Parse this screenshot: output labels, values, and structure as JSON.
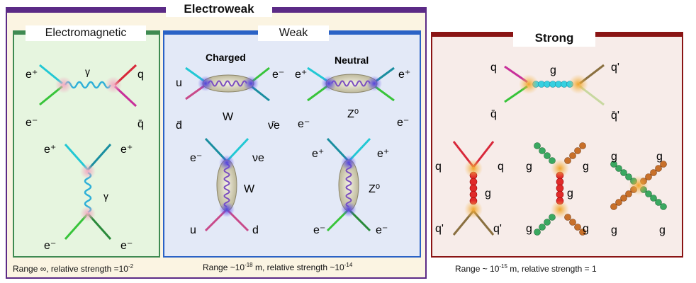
{
  "electroweak": {
    "title": "Electroweak"
  },
  "electromagnetic": {
    "title": "Electromagnetic",
    "caption_prefix": "Range ∞, relative strength =10",
    "caption_exp": "-2",
    "top": {
      "tl": "e⁺",
      "bl": "e⁻",
      "tr": "q",
      "br": "q̄",
      "boson": "γ"
    },
    "bottom": {
      "tl": "e⁺",
      "tr": "e⁺",
      "bl": "e⁻",
      "br": "e⁻",
      "boson": "γ"
    }
  },
  "weak": {
    "title": "Weak",
    "caption_prefix": "Range ~10",
    "caption_exp1": "-18",
    "caption_mid": " m, relative strength ~10",
    "caption_exp2": "-14",
    "charged": {
      "label": "Charged",
      "tl": "u",
      "bl": "d̄",
      "tr": "e⁻",
      "br": "ν̄e",
      "boson": "W"
    },
    "neutral": {
      "label": "Neutral",
      "tl": "e⁺",
      "bl": "e⁻",
      "tr": "e⁺",
      "br": "e⁻",
      "boson": "Z⁰"
    },
    "charged_v": {
      "tl": "e⁻",
      "tr": "νe",
      "bl": "u",
      "br": "d",
      "boson": "W"
    },
    "neutral_v": {
      "tl": "e⁺",
      "tr": "e⁺",
      "bl": "e⁻",
      "br": "e⁻",
      "boson": "Z⁰"
    }
  },
  "strong": {
    "title": "Strong",
    "caption_prefix": "Range ~ 10",
    "caption_exp": "-15",
    "caption_suffix": " m, relative strength = 1",
    "top": {
      "tl": "q",
      "bl": "q̄",
      "tr": "q'",
      "br": "q̄'",
      "boson": "g"
    },
    "b1": {
      "tl": "q",
      "tr": "q",
      "bl": "q'",
      "br": "q'",
      "boson": "g"
    },
    "b2": {
      "tl": "g",
      "tr": "g",
      "bl": "g",
      "br": "g",
      "boson": "g"
    },
    "b3": {
      "tl": "g",
      "tr": "g",
      "bl": "g",
      "br": "g"
    }
  },
  "colors": {
    "electroweak_bar": "#5b2a86",
    "em_bg": "#e6f5df",
    "em_border": "#3f8a52",
    "weak_bg": "#e3e9f7",
    "weak_border": "#2a62c6",
    "strong_bg": "#f7ece9",
    "strong_border": "#8a1414",
    "outer_bg": "#fbf4e2"
  }
}
